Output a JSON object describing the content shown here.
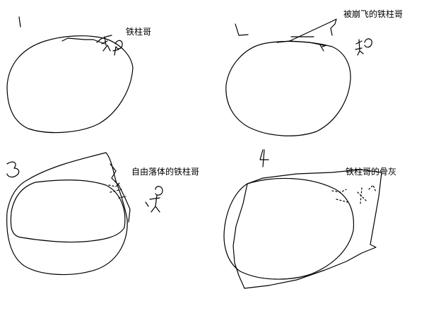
{
  "panels": [
    {
      "number": "1",
      "caption": "铁柱哥"
    },
    {
      "number": "2",
      "caption": "被崩飞的铁柱哥"
    },
    {
      "number": "3",
      "caption": "自由落体的铁柱哥"
    },
    {
      "number": "4",
      "caption": "铁柱哥的骨灰"
    }
  ],
  "colors": {
    "ink": "#000000",
    "background": "#ffffff"
  }
}
